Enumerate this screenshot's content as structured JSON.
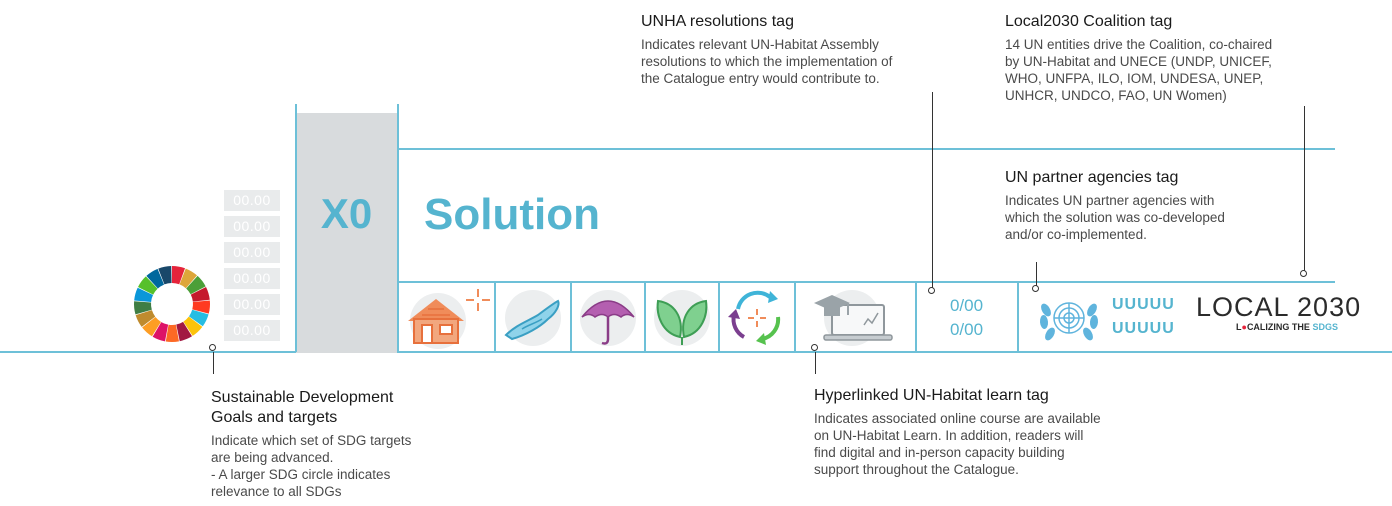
{
  "template": {
    "codes": [
      "00.00",
      "00.00",
      "00.00",
      "00.00",
      "00.00",
      "00.00"
    ],
    "number": "X0",
    "title": "Solution",
    "resolutions": [
      "0/00",
      "0/00"
    ],
    "partners": [
      "UUUUU",
      "UUUUU"
    ],
    "local_logo": {
      "main": "LOCAL 2030",
      "sub_prefix": "L",
      "sub_mid": "CALIZING THE ",
      "sub_end": "SDGS"
    }
  },
  "icons": [
    "house-solar-icon",
    "hand-icon",
    "umbrella-icon",
    "leaves-icon",
    "recycle-icon",
    "laptop-graduation-icon"
  ],
  "annotations": {
    "unha": {
      "title": "UNHA resolutions tag",
      "body": [
        "Indicates relevant UN-Habitat Assembly",
        "resolutions to which the implementation of",
        "the Catalogue entry would contribute to."
      ]
    },
    "local2030": {
      "title": "Local2030 Coalition tag",
      "body": [
        "14 UN entities drive the Coalition, co-chaired",
        "by UN-Habitat and UNECE (UNDP, UNICEF,",
        "WHO, UNFPA, ILO, IOM, UNDESA, UNEP,",
        "UNHCR, UNDCO, FAO, UN Women)"
      ]
    },
    "partners": {
      "title": "UN partner agencies tag",
      "body": [
        "Indicates UN partner agencies with",
        "which the solution was co-developed",
        "and/or co-implemented."
      ]
    },
    "sdg": {
      "title": [
        "Sustainable Development",
        "Goals and targets"
      ],
      "body": [
        "Indicate which set of SDG targets",
        "are being advanced.",
        "- A larger SDG circle indicates",
        "relevance to all SDGs"
      ]
    },
    "learn": {
      "title": "Hyperlinked UN-Habitat learn tag",
      "body": [
        "Indicates associated online course are available",
        "on UN-Habitat Learn. In addition, readers will",
        "find digital and in-person capacity building",
        "support throughout the Catalogue."
      ]
    }
  },
  "colors": {
    "accent": "#55b4cf",
    "line": "#6dc0d8",
    "grey_panel": "#d8dbdd",
    "local_red": "#e5243b"
  }
}
